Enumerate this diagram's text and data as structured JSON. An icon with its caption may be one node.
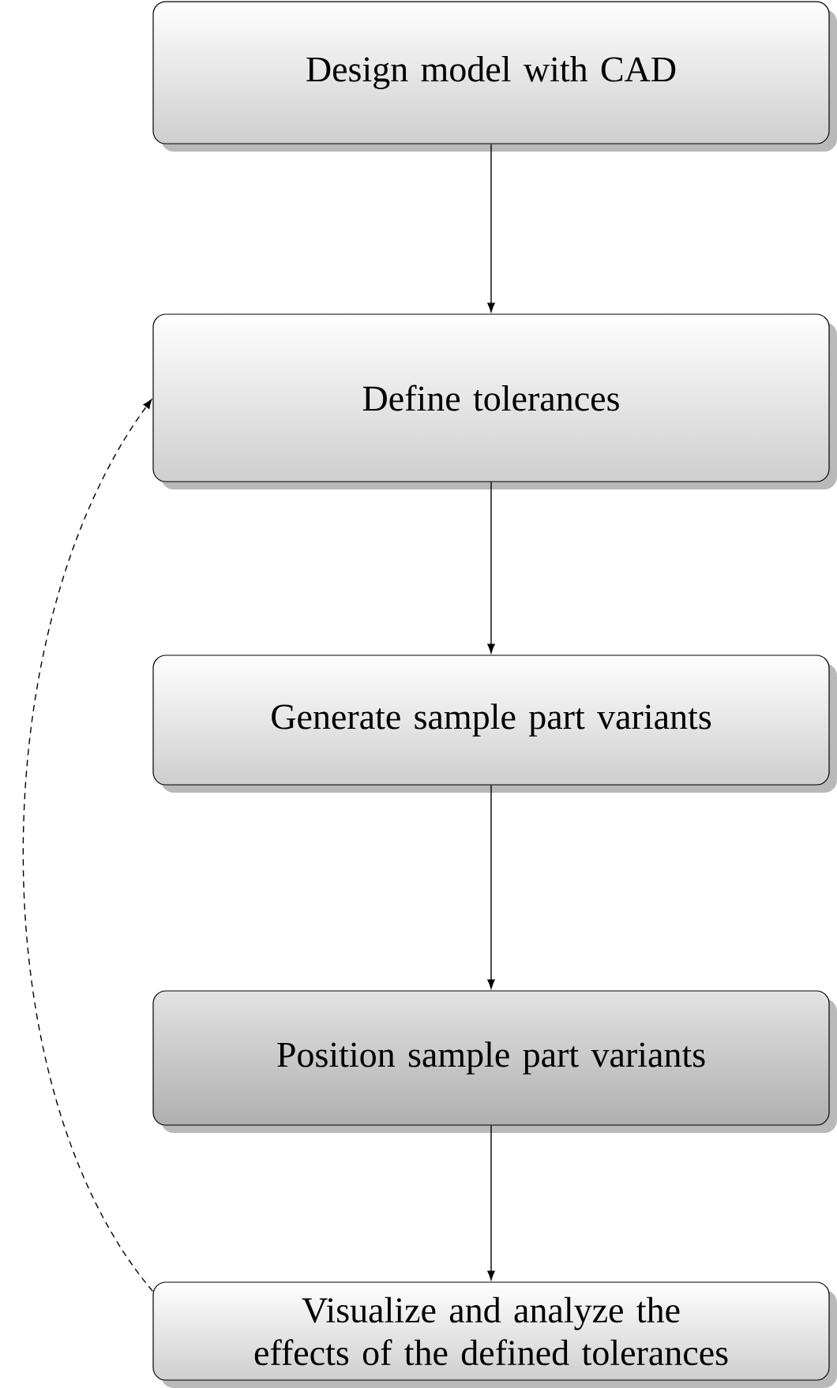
{
  "diagram": {
    "nodes": [
      {
        "text": [
          "Design model with CAD"
        ]
      },
      {
        "text": [
          "Define tolerances"
        ]
      },
      {
        "text": [
          "Generate sample part variants"
        ]
      },
      {
        "text": [
          "Position sample part variants"
        ]
      },
      {
        "text": [
          "Visualize and analyze the effects of the defined tolerances"
        ]
      }
    ],
    "edges": [
      {
        "from": 0,
        "to": 1,
        "arrow": "to"
      },
      {
        "from": 1,
        "to": 2,
        "arrow": "to"
      },
      {
        "from": 2,
        "to": 3,
        "arrow": "to"
      },
      {
        "from": 3,
        "to": 4,
        "arrow": "to"
      },
      {
        "from": 4,
        "to": 1,
        "arrow": "to",
        "style": "dashed"
      }
    ]
  }
}
